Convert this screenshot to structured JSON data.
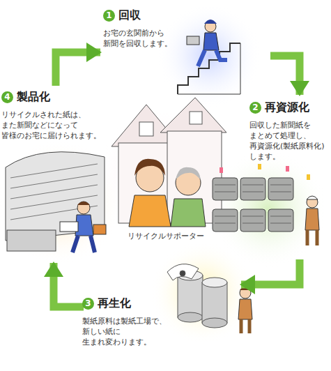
{
  "diagram": {
    "nodes": [
      {
        "text": [
          "回収",
          "お宅の玄関前から 新聞を回収します。"
        ]
      },
      {
        "text": [
          "再資源化",
          "回収した新聞紙を まとめて処理し、 再資源化(製紙原料化) します。"
        ]
      },
      {
        "text": [
          "再生化",
          "製紙原料は製紙工場で、 新しい紙に 生まれ変わります。"
        ]
      },
      {
        "text": [
          "製品化",
          "リサイクルされた紙は、 また新聞などになって 皆様のお宅に届けられます。"
        ]
      }
    ],
    "edges": [
      {
        "from": 0,
        "to": 1,
        "arrow": "to"
      },
      {
        "from": 1,
        "to": 2,
        "arrow": "to"
      },
      {
        "from": 2,
        "to": 3,
        "arrow": "to"
      },
      {
        "from": 3,
        "to": 0,
        "arrow": "to"
      }
    ],
    "labels": [
      "1",
      "2",
      "3",
      "4",
      "リサイクルサポーター"
    ]
  }
}
